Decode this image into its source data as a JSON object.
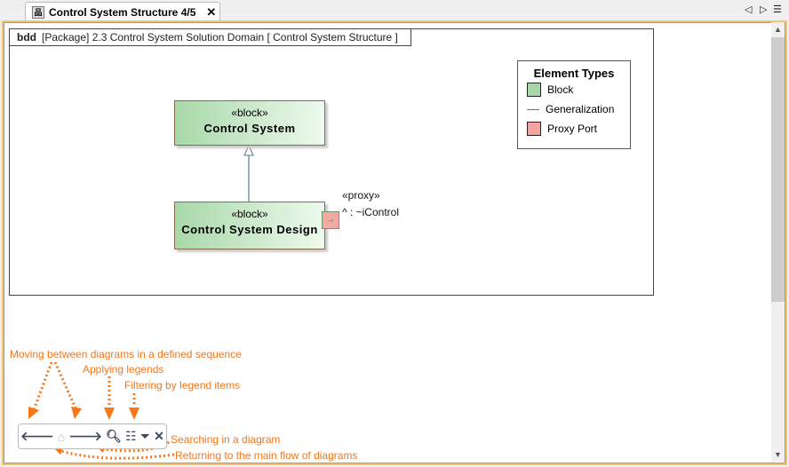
{
  "tab": {
    "title": "Control System Structure 4/5",
    "icon": "diagram-icon",
    "close": "✕"
  },
  "nav": {
    "prev": "◁",
    "next": "▷",
    "menu": "☰"
  },
  "frame": {
    "kind": "bdd",
    "header": "[Package] 2.3 Control System Solution Domain [ Control System Structure  ]"
  },
  "blocks": [
    {
      "stereotype": "«block»",
      "name": "Control System"
    },
    {
      "stereotype": "«block»",
      "name": "Control System Design"
    }
  ],
  "port": {
    "stereotype": "«proxy»",
    "label": "^ : ~iControl",
    "icon": "arrow-right-icon"
  },
  "legend": {
    "title": "Element Types",
    "items": [
      {
        "label": "Block",
        "color": "#a8d8a8"
      },
      {
        "label": "Generalization",
        "color": "#5a7a8a"
      },
      {
        "label": "Proxy Port",
        "color": "#f4a4a0"
      }
    ]
  },
  "toolbar": {
    "icons": [
      "back-arrow-icon",
      "home-icon",
      "forward-arrow-icon",
      "search-icon",
      "legend-icon",
      "filter-icon",
      "close-icon"
    ]
  },
  "annotations": {
    "moving": "Moving between diagrams in a defined sequence",
    "legends": "Applying legends",
    "filtering": "Filtering by legend items",
    "searching": "Searching in a diagram",
    "returning": "Returning to the main flow of diagrams"
  },
  "colors": {
    "annotation": "#f97515",
    "editor_border": "#f5c46e"
  }
}
